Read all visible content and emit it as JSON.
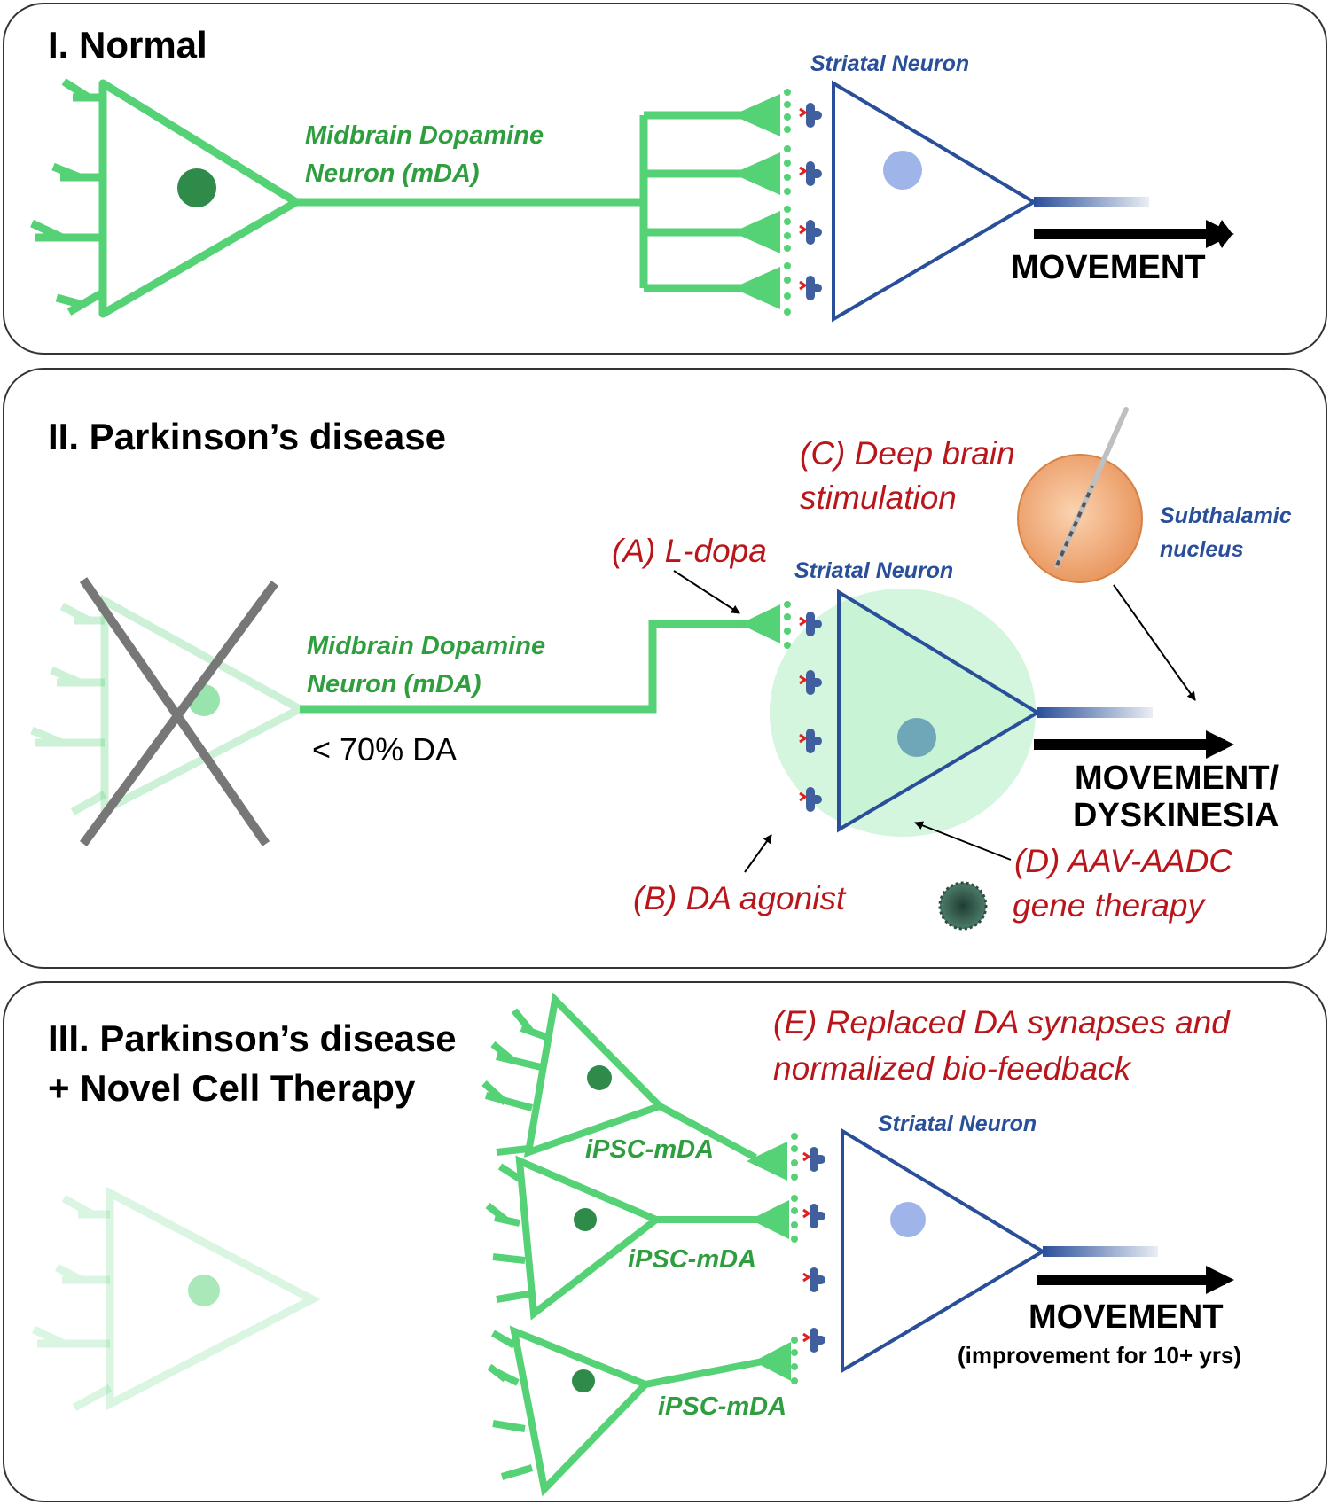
{
  "colors": {
    "mda_green": "#55d176",
    "mda_dark_green": "#2f9e3f",
    "nucleus_green": "#2e8b4a",
    "striatal_blue": "#2a4f9a",
    "striatal_nucleus": "#9fb4e8",
    "receptor_blue": "#3f5f9f",
    "therapy_red": "#b8161b",
    "cross_gray": "#777777",
    "stn_orange": "#f4b183"
  },
  "panel_normal": {
    "title": "I. Normal",
    "mda_label_line1": "Midbrain Dopamine",
    "mda_label_line2": "Neuron (mDA)",
    "striatal_label": "Striatal Neuron",
    "output_label": "MOVEMENT"
  },
  "panel_pd": {
    "title": "II. Parkinson’s disease",
    "mda_label_line1": "Midbrain Dopamine",
    "mda_label_line2": "Neuron (mDA)",
    "da_level": "< 70% DA",
    "striatal_label": "Striatal Neuron",
    "therapy_a": "(A) L-dopa",
    "therapy_b": "(B) DA agonist",
    "therapy_c_line1": "(C) Deep brain",
    "therapy_c_line2": "stimulation",
    "therapy_d_line1": "(D) AAV-AADC",
    "therapy_d_line2": "gene therapy",
    "stn_label_line1": "Subthalamic",
    "stn_label_line2": "nucleus",
    "output_line1": "MOVEMENT/",
    "output_line2": "DYSKINESIA"
  },
  "panel_cell": {
    "title_line1": "III. Parkinson’s disease",
    "title_line2": "+ Novel Cell Therapy",
    "therapy_e_line1": "(E) Replaced DA synapses and",
    "therapy_e_line2": "normalized bio-feedback",
    "ipsc_label_1": "iPSC-mDA",
    "ipsc_label_2": "iPSC-mDA",
    "ipsc_label_3": "iPSC-mDA",
    "striatal_label": "Striatal Neuron",
    "output_label": "MOVEMENT",
    "output_note": "(improvement for 10+ yrs)"
  }
}
